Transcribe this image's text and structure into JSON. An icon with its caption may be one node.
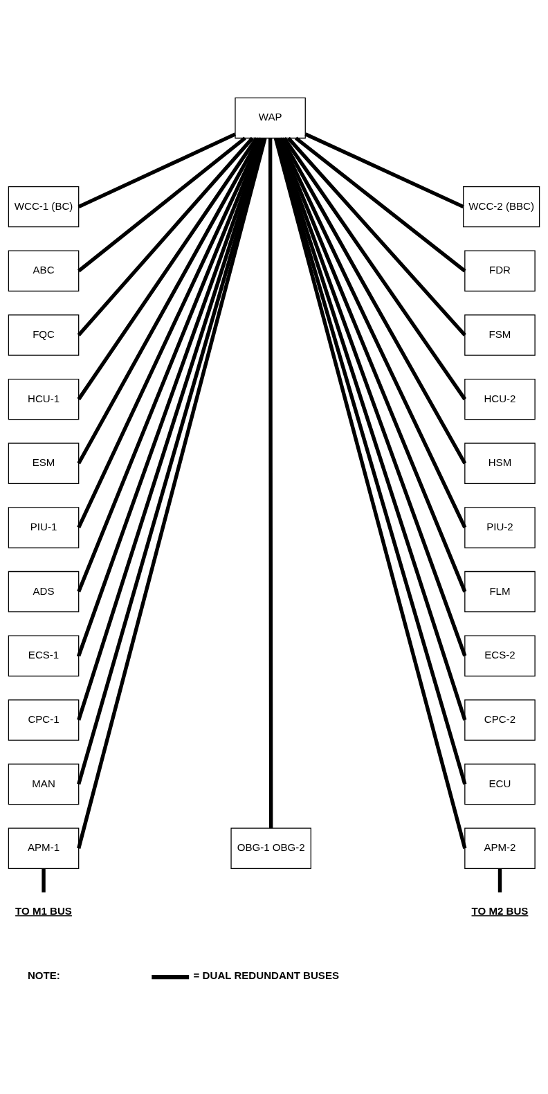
{
  "diagram": {
    "nodes": [
      {
        "text": [
          "WAP"
        ]
      },
      {
        "text": [
          "WCC-1 (BC)"
        ]
      },
      {
        "text": [
          "WCC-2 (BBC)"
        ]
      },
      {
        "text": [
          "ABC"
        ]
      },
      {
        "text": [
          "FDR"
        ]
      },
      {
        "text": [
          "FQC"
        ]
      },
      {
        "text": [
          "FSM"
        ]
      },
      {
        "text": [
          "HCU-1"
        ]
      },
      {
        "text": [
          "HCU-2"
        ]
      },
      {
        "text": [
          "ESM"
        ]
      },
      {
        "text": [
          "HSM"
        ]
      },
      {
        "text": [
          "PIU-1"
        ]
      },
      {
        "text": [
          "PIU-2"
        ]
      },
      {
        "text": [
          "ADS"
        ]
      },
      {
        "text": [
          "FLM"
        ]
      },
      {
        "text": [
          "ECS-1"
        ]
      },
      {
        "text": [
          "ECS-2"
        ]
      },
      {
        "text": [
          "CPC-1"
        ]
      },
      {
        "text": [
          "CPC-2"
        ]
      },
      {
        "text": [
          "MAN"
        ]
      },
      {
        "text": [
          "ECU"
        ]
      },
      {
        "text": [
          "APM-1"
        ]
      },
      {
        "text": [
          "OBG-1 OBG-2"
        ]
      },
      {
        "text": [
          "APM-2"
        ]
      },
      {
        "text": [
          "TO M1 BUS"
        ]
      },
      {
        "text": [
          "TO M2 BUS"
        ]
      }
    ],
    "edges": [
      {
        "from": 0,
        "to": 1,
        "arrow": "none"
      },
      {
        "from": 0,
        "to": 2,
        "arrow": "none"
      },
      {
        "from": 0,
        "to": 3,
        "arrow": "none"
      },
      {
        "from": 0,
        "to": 4,
        "arrow": "none"
      },
      {
        "from": 0,
        "to": 5,
        "arrow": "none"
      },
      {
        "from": 0,
        "to": 6,
        "arrow": "none"
      },
      {
        "from": 0,
        "to": 7,
        "arrow": "none"
      },
      {
        "from": 0,
        "to": 8,
        "arrow": "none"
      },
      {
        "from": 0,
        "to": 9,
        "arrow": "none"
      },
      {
        "from": 0,
        "to": 10,
        "arrow": "none"
      },
      {
        "from": 0,
        "to": 11,
        "arrow": "none"
      },
      {
        "from": 0,
        "to": 12,
        "arrow": "none"
      },
      {
        "from": 0,
        "to": 13,
        "arrow": "none"
      },
      {
        "from": 0,
        "to": 14,
        "arrow": "none"
      },
      {
        "from": 0,
        "to": 15,
        "arrow": "none"
      },
      {
        "from": 0,
        "to": 16,
        "arrow": "none"
      },
      {
        "from": 0,
        "to": 17,
        "arrow": "none"
      },
      {
        "from": 0,
        "to": 18,
        "arrow": "none"
      },
      {
        "from": 0,
        "to": 19,
        "arrow": "none"
      },
      {
        "from": 0,
        "to": 20,
        "arrow": "none"
      },
      {
        "from": 0,
        "to": 21,
        "arrow": "none"
      },
      {
        "from": 0,
        "to": 22,
        "arrow": "none"
      },
      {
        "from": 0,
        "to": 23,
        "arrow": "none"
      },
      {
        "from": 21,
        "to": 24,
        "arrow": "none"
      },
      {
        "from": 23,
        "to": 25,
        "arrow": "none"
      }
    ],
    "labels": [
      "NOTE:"
    ],
    "legend": [
      {
        "text": "= DUAL REDUNDANT BUSES"
      }
    ]
  }
}
